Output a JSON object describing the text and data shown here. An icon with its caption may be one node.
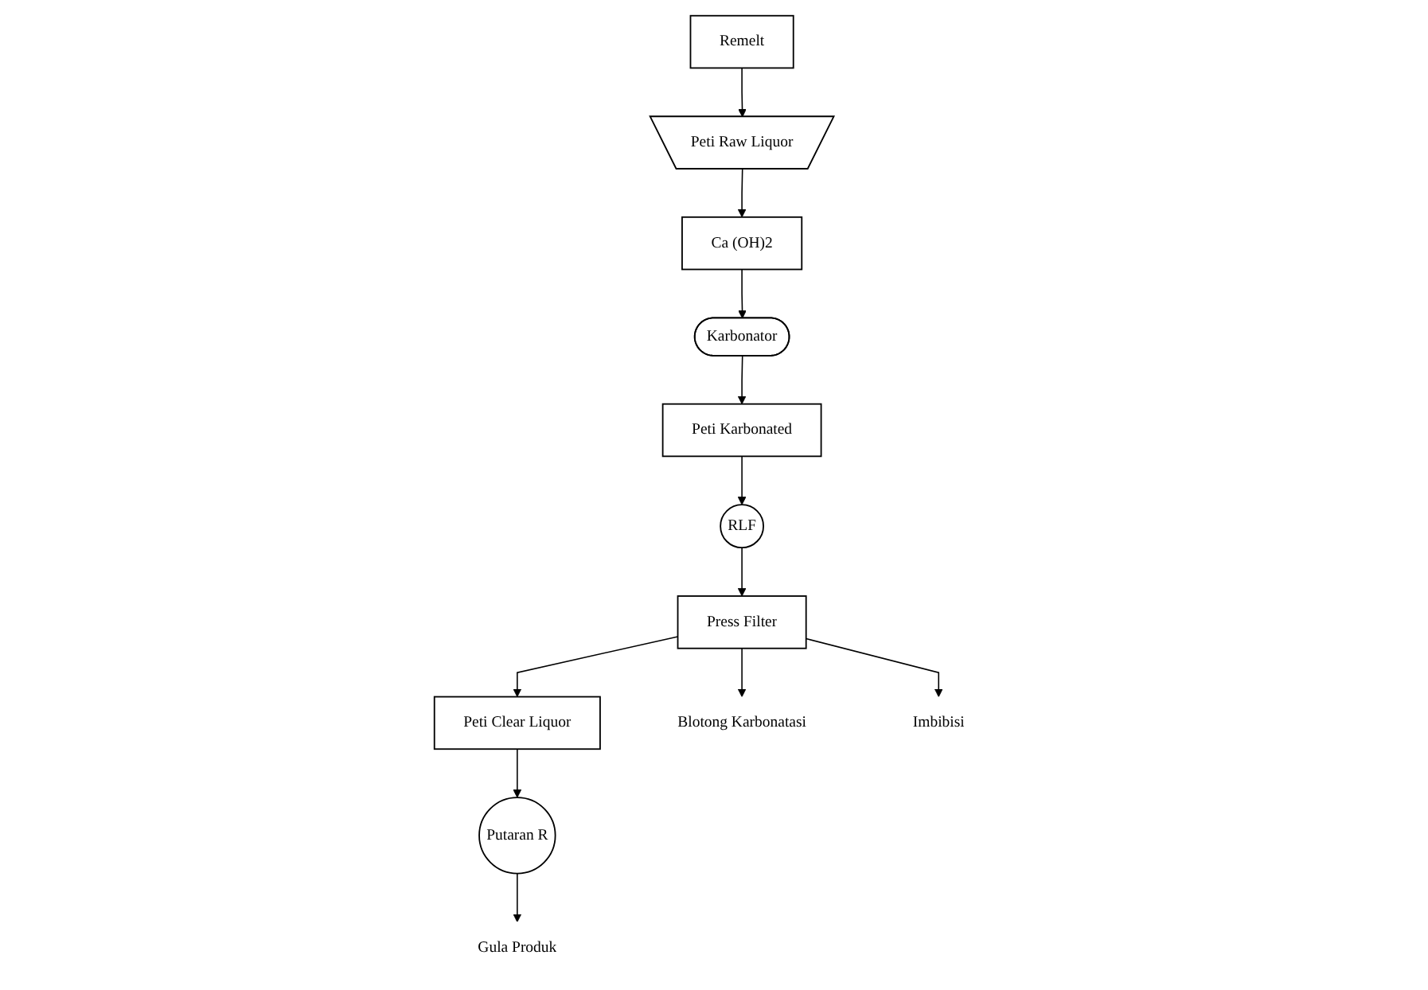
{
  "diagram": {
    "nodes": [
      {
        "text": [
          "Remelt"
        ]
      },
      {
        "text": [
          "Peti Raw Liquor"
        ]
      },
      {
        "text": [
          "Ca (OH)2"
        ]
      },
      {
        "text": [
          "Karbonator"
        ]
      },
      {
        "text": [
          "Peti Karbonated"
        ]
      },
      {
        "text": [
          "RLF"
        ]
      },
      {
        "text": [
          "Press Filter"
        ]
      },
      {
        "text": [
          "Peti Clear Liquor"
        ]
      },
      {
        "text": [
          "Putaran R"
        ]
      },
      {
        "text": [
          "Gula Produk"
        ]
      },
      {
        "text": [
          "Blotong Karbonatasi"
        ]
      },
      {
        "text": [
          "Imbibisi"
        ]
      }
    ],
    "edges": [
      {
        "from": 0,
        "to": 1,
        "arrow": "to"
      },
      {
        "from": 1,
        "to": 2,
        "arrow": "to"
      },
      {
        "from": 2,
        "to": 3,
        "arrow": "to"
      },
      {
        "from": 3,
        "to": 4,
        "arrow": "to"
      },
      {
        "from": 4,
        "to": 5,
        "arrow": "to"
      },
      {
        "from": 5,
        "to": 6,
        "arrow": "to"
      },
      {
        "from": 6,
        "to": 7,
        "arrow": "to"
      },
      {
        "from": 7,
        "to": 8,
        "arrow": "to"
      },
      {
        "from": 8,
        "to": 9,
        "arrow": "to"
      },
      {
        "from": 6,
        "to": 10,
        "arrow": "to"
      },
      {
        "from": 6,
        "to": 11,
        "arrow": "to"
      }
    ]
  }
}
